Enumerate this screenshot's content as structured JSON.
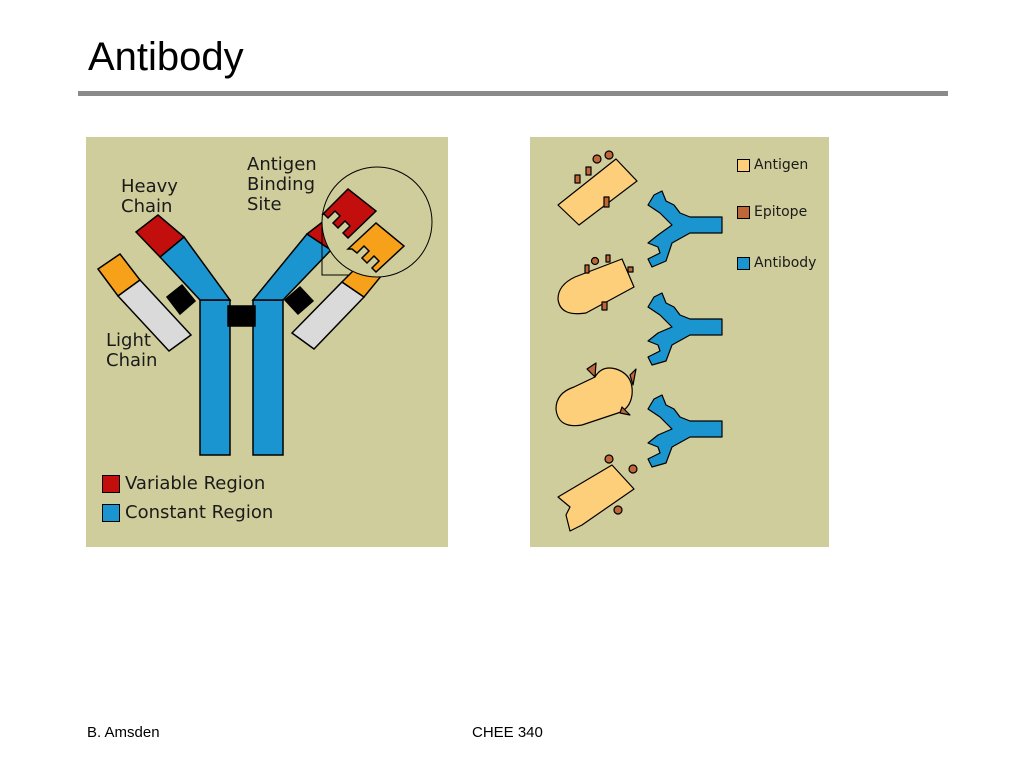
{
  "slide": {
    "title": "Antibody",
    "footer_left": "B. Amsden",
    "footer_center": "CHEE 340"
  },
  "left_diagram": {
    "labels": {
      "heavy_chain": [
        "Heavy",
        "Chain"
      ],
      "light_chain": [
        "Light",
        "Chain"
      ],
      "antigen_binding_site": [
        "Antigen",
        "Binding",
        "Site"
      ]
    },
    "legend": [
      {
        "label": "Variable Region",
        "color": "#c30e0e"
      },
      {
        "label": "Constant Region",
        "color": "#1a95cf"
      }
    ]
  },
  "right_diagram": {
    "legend": [
      {
        "label": "Antigen",
        "color": "#fecf7a"
      },
      {
        "label": "Epitope",
        "color": "#c0673a"
      },
      {
        "label": "Antibody",
        "color": "#1a95cf"
      }
    ]
  },
  "colors": {
    "panel_background": "#cfcd9b",
    "heavy_variable": "#c30e0e",
    "constant": "#1a95cf",
    "light_variable": "#f7a11b",
    "light_constant": "#dadada",
    "hinge": "#000000",
    "title_rule": "#8a8a8a"
  }
}
